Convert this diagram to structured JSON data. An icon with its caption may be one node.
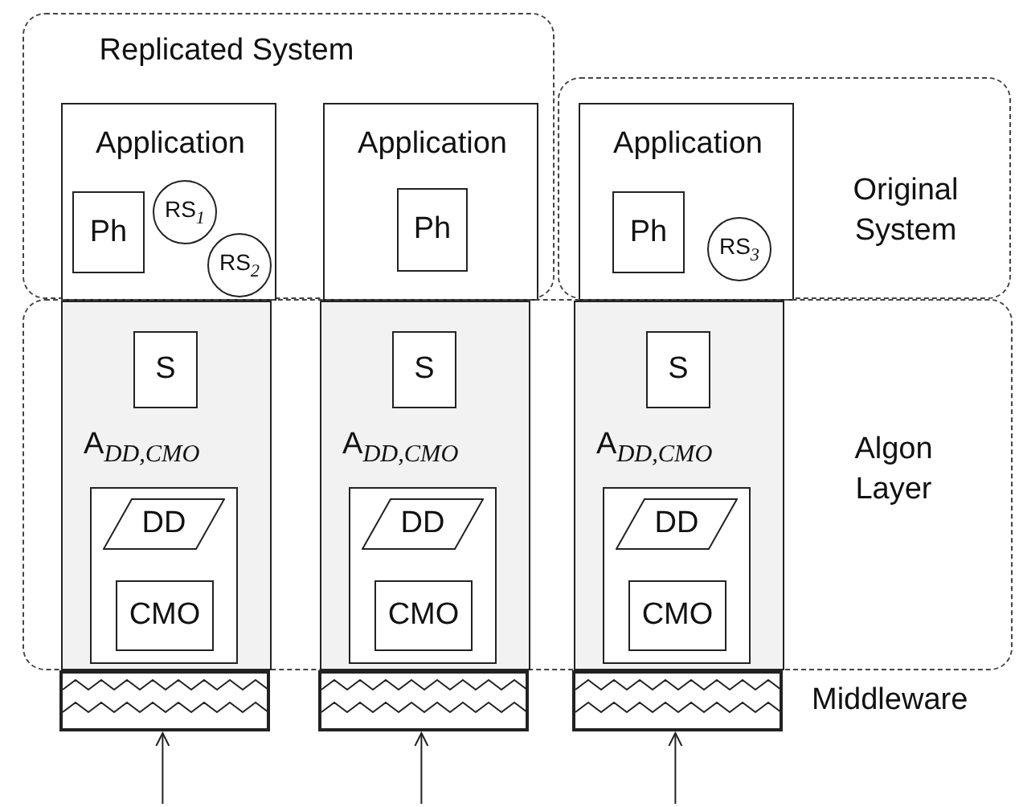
{
  "diagram": {
    "nodes": [
      {
        "text": [
          "Replicated System"
        ]
      },
      {
        "text": [
          "Application"
        ],
        "in": 0
      },
      {
        "text": [
          "Ph"
        ],
        "in": 1
      },
      {
        "text": [
          "RS$_{1}$"
        ],
        "in": 1
      },
      {
        "text": [
          "RS$_{2}$"
        ],
        "in": 1
      },
      {
        "text": [
          "Application"
        ],
        "in": 0
      },
      {
        "text": [
          "Ph"
        ],
        "in": 5
      },
      {
        "text": [
          "Original System"
        ]
      },
      {
        "text": [
          "Application"
        ],
        "in": 7
      },
      {
        "text": [
          "Ph"
        ],
        "in": 8
      },
      {
        "text": [
          "RS$_{3}$"
        ],
        "in": 8
      },
      {
        "text": [
          "Algon Layer"
        ]
      },
      {
        "text": [
          "A$_{DD,CMO}$"
        ],
        "in": 11
      },
      {
        "text": [
          "S"
        ],
        "in": 12
      },
      {
        "text": [],
        "shape": "box",
        "in": 12
      },
      {
        "text": [
          "DD"
        ],
        "in": 14
      },
      {
        "text": [
          "CMO"
        ],
        "in": 14
      },
      {
        "text": [
          "A$_{DD,CMO}$"
        ],
        "in": 11
      },
      {
        "text": [
          "S"
        ],
        "in": 17
      },
      {
        "text": [],
        "shape": "box",
        "in": 17
      },
      {
        "text": [
          "DD"
        ],
        "in": 19
      },
      {
        "text": [
          "CMO"
        ],
        "in": 19
      },
      {
        "text": [
          "A$_{DD,CMO}$"
        ],
        "in": 11
      },
      {
        "text": [
          "S"
        ],
        "in": 22
      },
      {
        "text": [],
        "shape": "box",
        "in": 22
      },
      {
        "text": [
          "DD"
        ],
        "in": 24
      },
      {
        "text": [
          "CMO"
        ],
        "in": 24
      },
      {
        "text": [],
        "shape": "box"
      },
      {
        "text": [],
        "shape": "box"
      },
      {
        "text": [],
        "shape": "box"
      }
    ],
    "edges": [
      {
        "from": null,
        "to": 27,
        "arrow": "to"
      },
      {
        "from": null,
        "to": 28,
        "arrow": "to"
      },
      {
        "from": null,
        "to": 29,
        "arrow": "to"
      }
    ],
    "labels": [
      "Middleware"
    ]
  }
}
